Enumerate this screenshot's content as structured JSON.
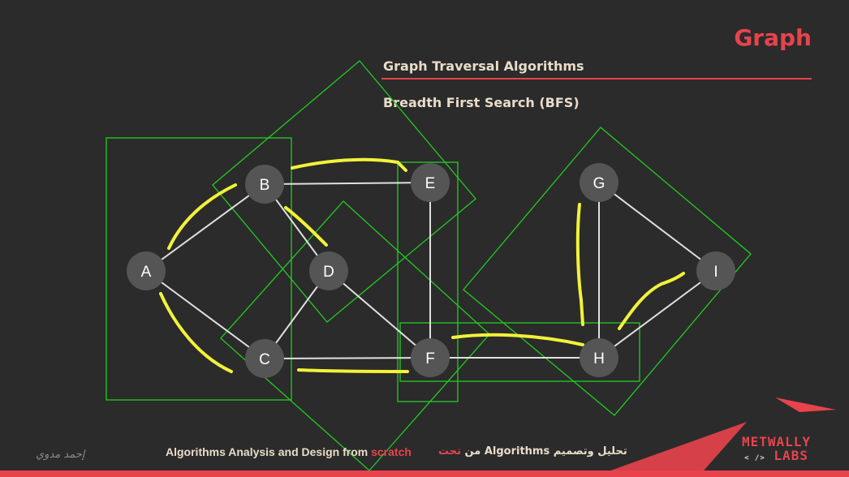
{
  "header": {
    "title": "Graph",
    "subtitle": "Graph Traversal Algorithms",
    "section": "Breadth First Search (BFS)"
  },
  "graph": {
    "nodes": [
      "A",
      "B",
      "C",
      "D",
      "E",
      "F",
      "G",
      "H",
      "I"
    ],
    "edges": [
      [
        "A",
        "B"
      ],
      [
        "A",
        "C"
      ],
      [
        "B",
        "E"
      ],
      [
        "B",
        "D"
      ],
      [
        "C",
        "D"
      ],
      [
        "C",
        "F"
      ],
      [
        "D",
        "F"
      ],
      [
        "E",
        "F"
      ],
      [
        "F",
        "H"
      ],
      [
        "G",
        "H"
      ],
      [
        "G",
        "I"
      ],
      [
        "H",
        "I"
      ]
    ],
    "colors": {
      "node": "#555555",
      "edge": "#e0e0e0",
      "highlight": "#f2f23a",
      "box": "#22cc22"
    }
  },
  "footer": {
    "english_prefix": "Algorithms Analysis and Design from ",
    "english_accent": "scratch",
    "arabic_main": "تحليل وتصميم Algorithms من ",
    "arabic_accent": "تحت",
    "signature": "إحمد مدوي"
  },
  "logo": {
    "line1": "METWALLY",
    "line2": "LABS",
    "brackets": "< />"
  },
  "colors": {
    "accent": "#e8434d",
    "background": "#2b2b2b",
    "text": "#e9dcc9"
  }
}
